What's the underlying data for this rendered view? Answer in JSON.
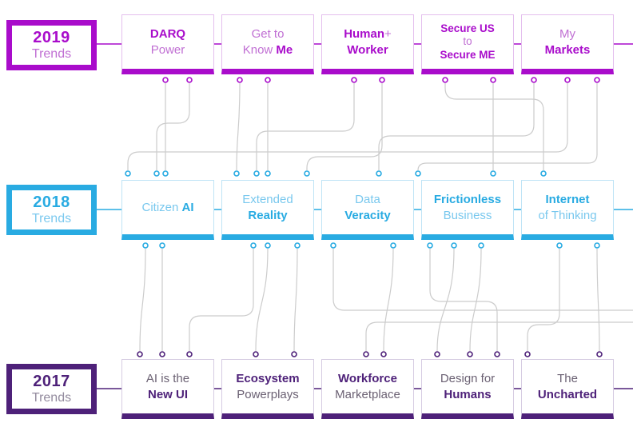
{
  "palette": {
    "magenta_2019": "#a90ccb",
    "magenta_light": "#c06fd3",
    "cyan_2018": "#29abe2",
    "cyan_light": "#79c8ee",
    "purple_2017": "#4e2179",
    "gray_2017_light": "#6b6173",
    "connector_gray": "#cccccc"
  },
  "rows": [
    {
      "year": "2019",
      "label": "Trends",
      "boxes": [
        {
          "name": "darq-power",
          "a": "DARQ",
          "b": "Power"
        },
        {
          "name": "get-to-know-me",
          "a": "Get to",
          "b": "Know ",
          "c": "Me"
        },
        {
          "name": "human-plus-worker",
          "a": "Human",
          "plus": "+",
          "b": "Worker"
        },
        {
          "name": "secure-us-to-secure-me",
          "a": "Secure US",
          "b": "to",
          "c": "Secure ME"
        },
        {
          "name": "my-markets",
          "a": "My",
          "b": "Markets"
        }
      ]
    },
    {
      "year": "2018",
      "label": "Trends",
      "boxes": [
        {
          "name": "citizen-ai",
          "a": "Citizen ",
          "b": "AI"
        },
        {
          "name": "extended-reality",
          "a": "Extended",
          "b": "Reality"
        },
        {
          "name": "data-veracity",
          "a": "Data",
          "b": "Veracity"
        },
        {
          "name": "frictionless-business",
          "a": "Frictionless",
          "b": "Business"
        },
        {
          "name": "internet-of-thinking",
          "a": "Internet",
          "b": "of Thinking"
        }
      ]
    },
    {
      "year": "2017",
      "label": "Trends",
      "boxes": [
        {
          "name": "ai-is-the-new-ui",
          "a": "AI is the",
          "b": "New UI"
        },
        {
          "name": "ecosystem-powerplays",
          "a": "Ecosystem",
          "b": "Powerplays"
        },
        {
          "name": "workforce-marketplace",
          "a": "Workforce",
          "b": "Marketplace"
        },
        {
          "name": "design-for-humans",
          "a": "Design for",
          "b": "Humans"
        },
        {
          "name": "the-uncharted",
          "a": "The",
          "b": "Uncharted"
        }
      ]
    }
  ]
}
